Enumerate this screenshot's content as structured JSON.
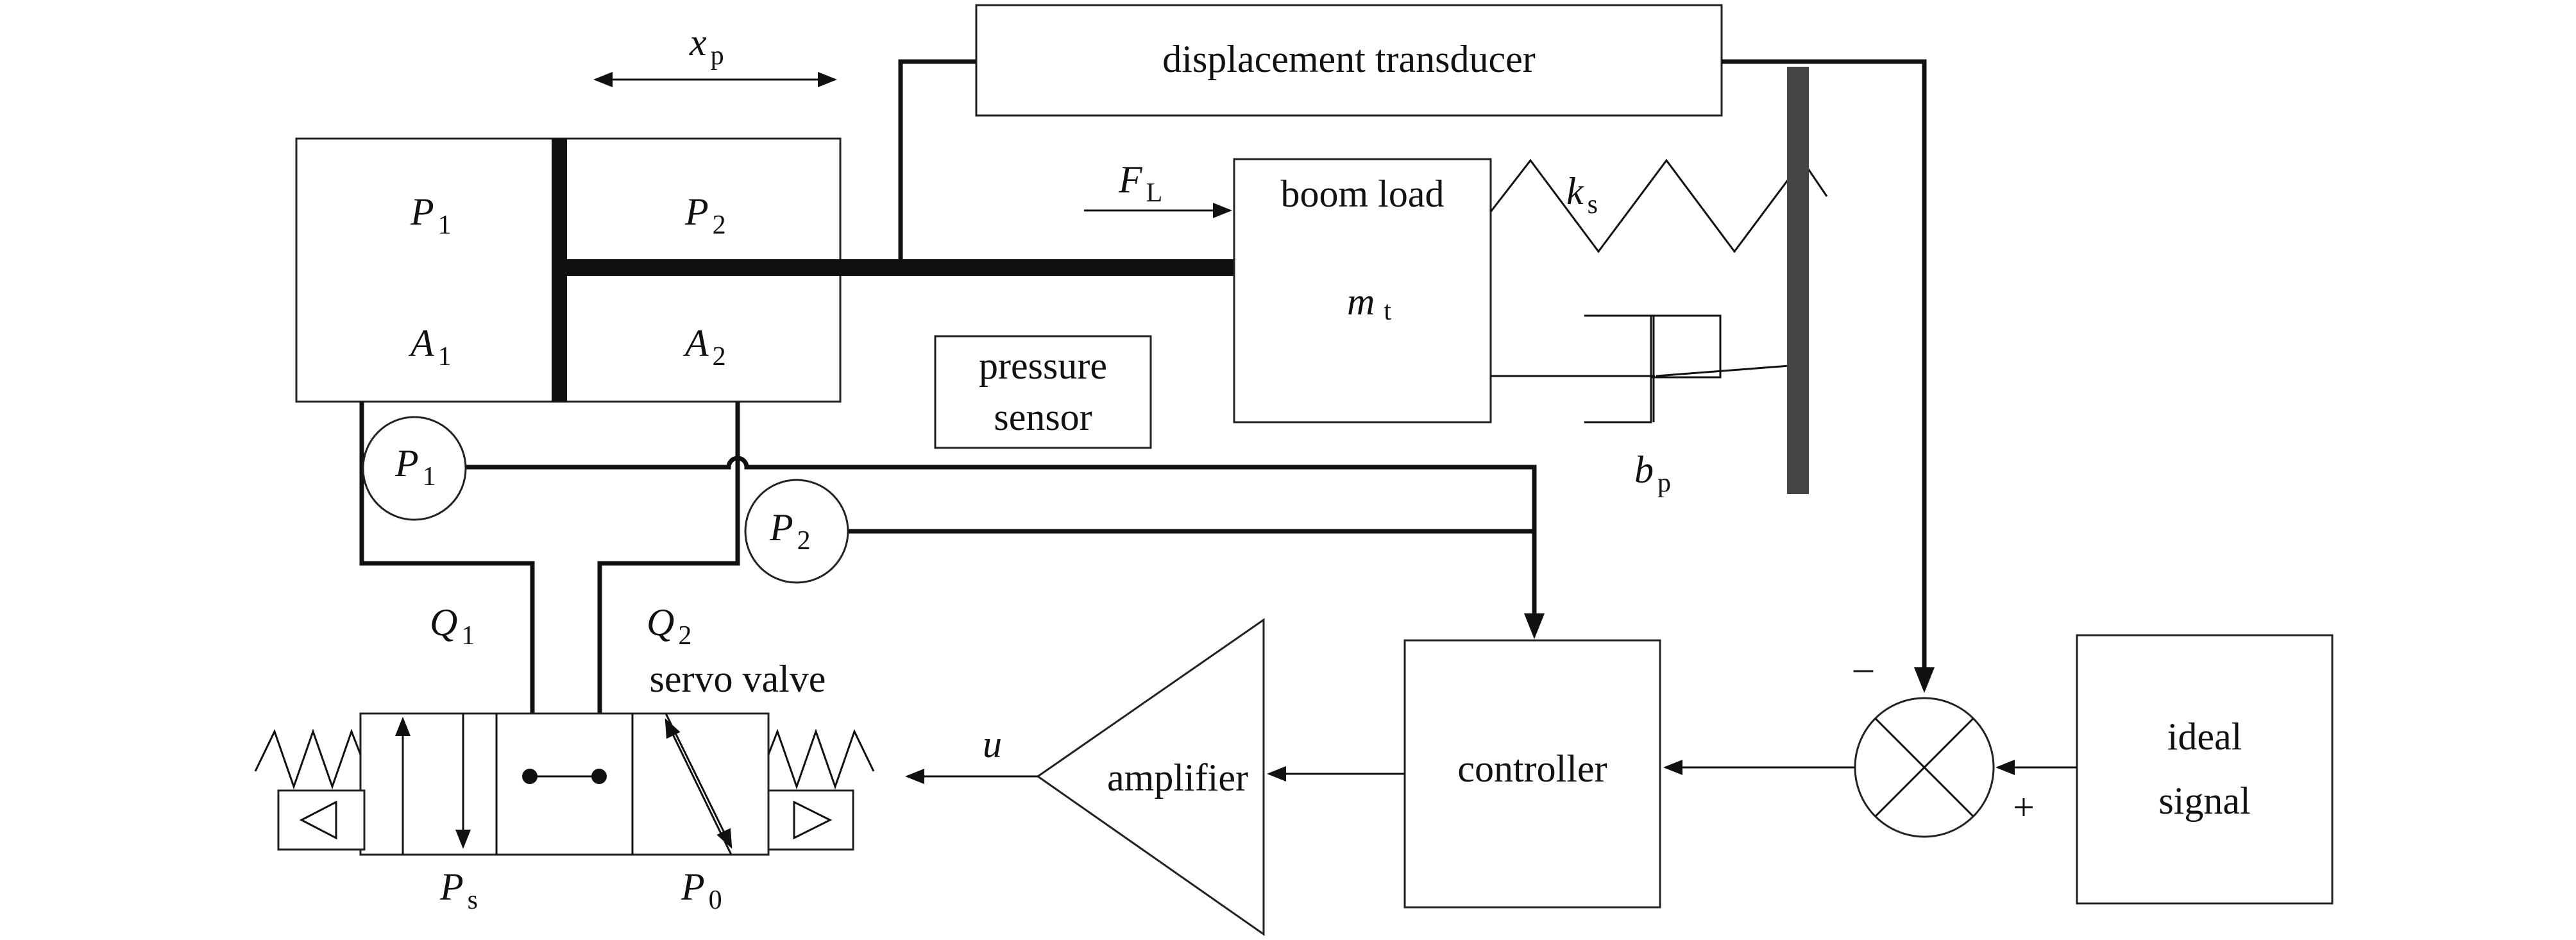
{
  "labels": {
    "displacement_transducer": "displacement transducer",
    "boom_load": "boom load",
    "pressure_sensor_line1": "pressure",
    "pressure_sensor_line2": "sensor",
    "servo_valve": "servo valve",
    "amplifier": "amplifier",
    "controller": "controller",
    "ideal_signal_line1": "ideal",
    "ideal_signal_line2": "signal",
    "minus": "–",
    "plus": "+"
  },
  "symbols": {
    "xp": {
      "main": "x",
      "sub": "p"
    },
    "FL": {
      "main": "F",
      "sub": "L"
    },
    "ks": {
      "main": "k",
      "sub": "s"
    },
    "mt": {
      "main": "m",
      "sub": "t"
    },
    "bp": {
      "main": "b",
      "sub": "p"
    },
    "P1": {
      "main": "P",
      "sub": "1"
    },
    "P2": {
      "main": "P",
      "sub": "2"
    },
    "A1": {
      "main": "A",
      "sub": "1"
    },
    "A2": {
      "main": "A",
      "sub": "2"
    },
    "Q1": {
      "main": "Q",
      "sub": "1"
    },
    "Q2": {
      "main": "Q",
      "sub": "2"
    },
    "Ps": {
      "main": "P",
      "sub": "s"
    },
    "P0": {
      "main": "P",
      "sub": "0"
    },
    "u": {
      "main": "u"
    }
  }
}
